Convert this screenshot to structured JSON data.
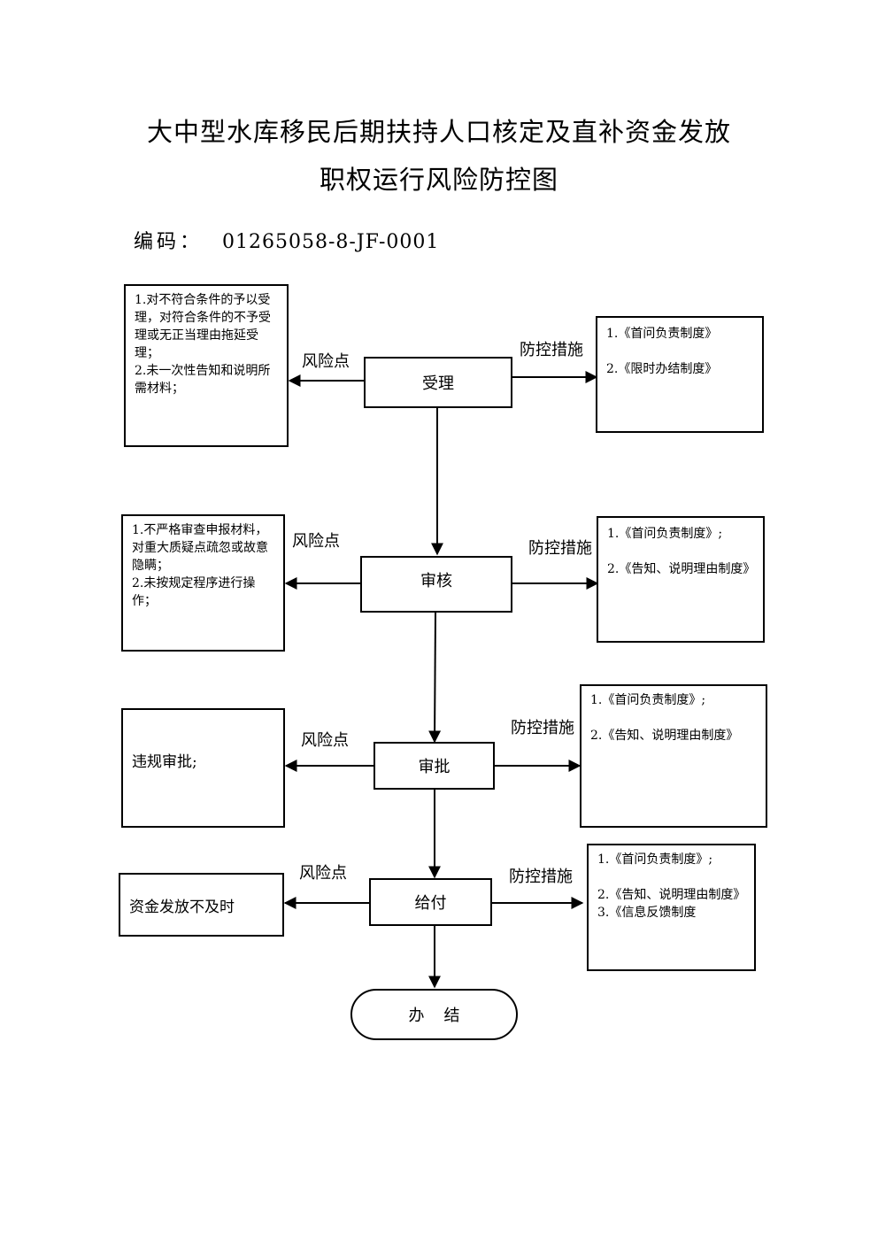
{
  "title_line1": "大中型水库移民后期扶持人口核定及直补资金发放",
  "title_line2": "职权运行风险防控图",
  "code_label": "编码：",
  "code_value": "01265058-8-JF-0001",
  "risk_label": "风险点",
  "measure_label": "防控措施",
  "steps": {
    "s1": {
      "name": "受理",
      "risks": "1.对不符合条件的予以受理，对符合条件的不予受理或无正当理由拖延受理；\n2.未一次性告知和说明所需材料；",
      "measures": "1.《首问负责制度》\n\n2.《限时办结制度》"
    },
    "s2": {
      "name": "审核",
      "risks": "1.不严格审查申报材料，对重大质疑点疏忽或故意隐瞒；\n2.未按规定程序进行操作；",
      "measures": "1.《首问负责制度》;\n\n2.《告知、说明理由制度》"
    },
    "s3": {
      "name": "审批",
      "risks": "违规审批;",
      "measures": "1.《首问负责制度》;\n\n2.《告知、说明理由制度》"
    },
    "s4": {
      "name": "给付",
      "risks": "资金发放不及时",
      "measures": "1.《首问负责制度》;\n\n2.《告知、说明理由制度》\n3.《信息反馈制度"
    }
  },
  "end": "办结"
}
